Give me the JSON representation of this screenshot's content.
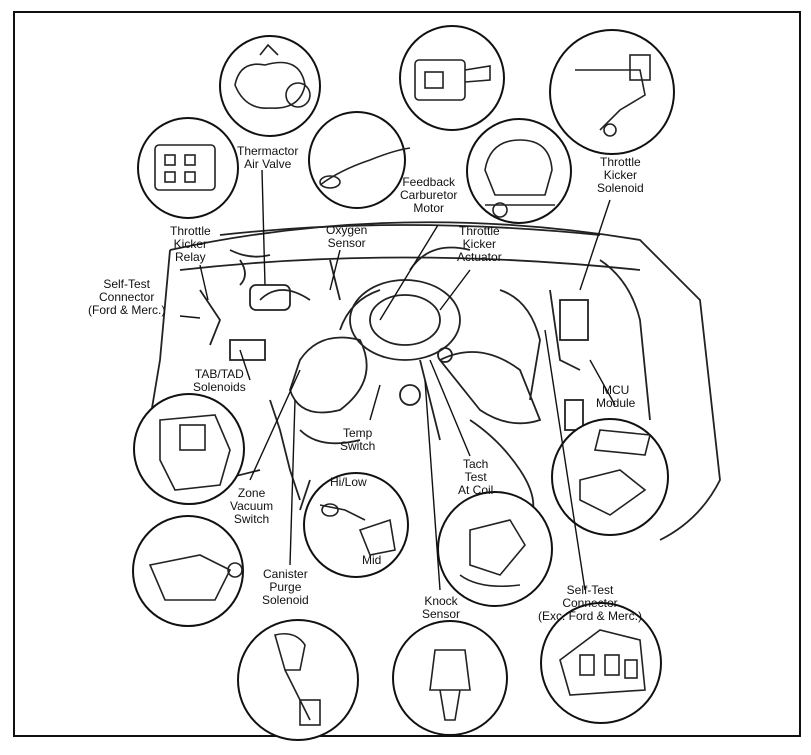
{
  "labels": {
    "thermactor": [
      "Thermactor",
      "Air Valve"
    ],
    "feedback": [
      "Feedback",
      "Carburetor",
      "Motor"
    ],
    "throttle_kicker_solenoid": [
      "Throttle",
      "Kicker",
      "Solenoid"
    ],
    "oxygen_sensor": [
      "Oxygen",
      "Sensor"
    ],
    "throttle_kicker_relay": [
      "Throttle",
      "Kicker",
      "Relay"
    ],
    "throttle_kicker_actuator": [
      "Throttle",
      "Kicker",
      "Actuator"
    ],
    "self_test_ford": [
      "Self-Test",
      "Connector",
      "(Ford & Merc.)"
    ],
    "tab_tad": [
      "TAB/TAD",
      "Solenoids"
    ],
    "mcu": [
      "MCU",
      "Module"
    ],
    "temp_switch": [
      "Temp",
      "Switch"
    ],
    "hi_low": "Hi/Low",
    "mid": "Mid",
    "tach_test": [
      "Tach",
      "Test",
      "At Coil"
    ],
    "zone_vacuum": [
      "Zone",
      "Vacuum",
      "Switch"
    ],
    "canister_purge": [
      "Canister",
      "Purge",
      "Solenoid"
    ],
    "knock_sensor": [
      "Knock",
      "Sensor"
    ],
    "self_test_exc": [
      "Self-Test",
      "Connector",
      "(Exc. Ford & Merc.)"
    ]
  },
  "colors": {
    "ink": "#111111",
    "paper": "#ffffff"
  }
}
